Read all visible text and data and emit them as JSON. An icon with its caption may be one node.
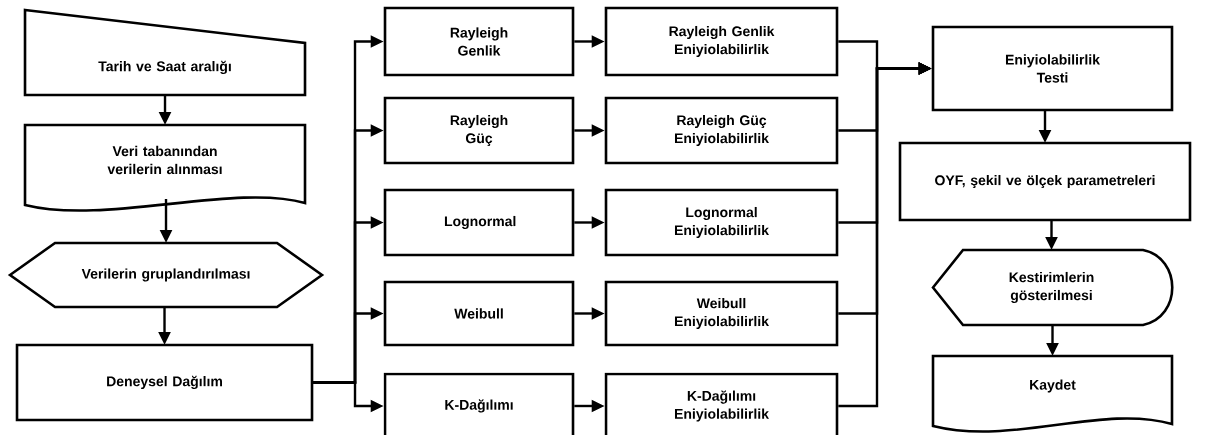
{
  "diagram": {
    "nodes": [
      {
        "text": [
          "Tarih ve Saat aralığı"
        ]
      },
      {
        "text": [
          "Veri tabanından verilerin alınması"
        ]
      },
      {
        "text": [
          "Verilerin gruplandırılması"
        ]
      },
      {
        "text": [
          "Deneysel Dağılım"
        ]
      },
      {
        "text": [
          "Rayleigh Genlik"
        ]
      },
      {
        "text": [
          "Rayleigh Güç"
        ]
      },
      {
        "text": [
          "Lognormal"
        ]
      },
      {
        "text": [
          "Weibull"
        ]
      },
      {
        "text": [
          "K-Dağılımı"
        ]
      },
      {
        "text": [
          "Rayleigh Genlik Eniyiolabilirlik"
        ]
      },
      {
        "text": [
          "Rayleigh Güç Eniyiolabilirlik"
        ]
      },
      {
        "text": [
          "Lognormal Eniyiolabilirlik"
        ]
      },
      {
        "text": [
          "Weibull Eniyiolabilirlik"
        ]
      },
      {
        "text": [
          "K-Dağılımı Eniyiolabilirlik"
        ]
      },
      {
        "text": [
          "Eniyiolabilirlik Testi"
        ]
      },
      {
        "text": [
          "OYF, şekil ve ölçek parametreleri"
        ]
      },
      {
        "text": [
          "Kestirimlerin gösterilmesi"
        ]
      },
      {
        "text": [
          "Kaydet"
        ]
      }
    ],
    "edges": [
      {
        "from": 0,
        "to": 1,
        "arrow": "to"
      },
      {
        "from": 1,
        "to": 2,
        "arrow": "to"
      },
      {
        "from": 2,
        "to": 3,
        "arrow": "to"
      },
      {
        "from": 3,
        "to": 4,
        "arrow": "to"
      },
      {
        "from": 3,
        "to": 5,
        "arrow": "to"
      },
      {
        "from": 3,
        "to": 6,
        "arrow": "to"
      },
      {
        "from": 3,
        "to": 7,
        "arrow": "to"
      },
      {
        "from": 3,
        "to": 8,
        "arrow": "to"
      },
      {
        "from": 4,
        "to": 9,
        "arrow": "to"
      },
      {
        "from": 5,
        "to": 10,
        "arrow": "to"
      },
      {
        "from": 6,
        "to": 11,
        "arrow": "to"
      },
      {
        "from": 7,
        "to": 12,
        "arrow": "to"
      },
      {
        "from": 8,
        "to": 13,
        "arrow": "to"
      },
      {
        "from": 9,
        "to": 14,
        "arrow": "to"
      },
      {
        "from": 10,
        "to": 14,
        "arrow": "to"
      },
      {
        "from": 11,
        "to": 14,
        "arrow": "to"
      },
      {
        "from": 12,
        "to": 14,
        "arrow": "to"
      },
      {
        "from": 13,
        "to": 14,
        "arrow": "to"
      },
      {
        "from": 14,
        "to": 15,
        "arrow": "to"
      },
      {
        "from": 15,
        "to": 16,
        "arrow": "to"
      },
      {
        "from": 16,
        "to": 17,
        "arrow": "to"
      }
    ]
  }
}
